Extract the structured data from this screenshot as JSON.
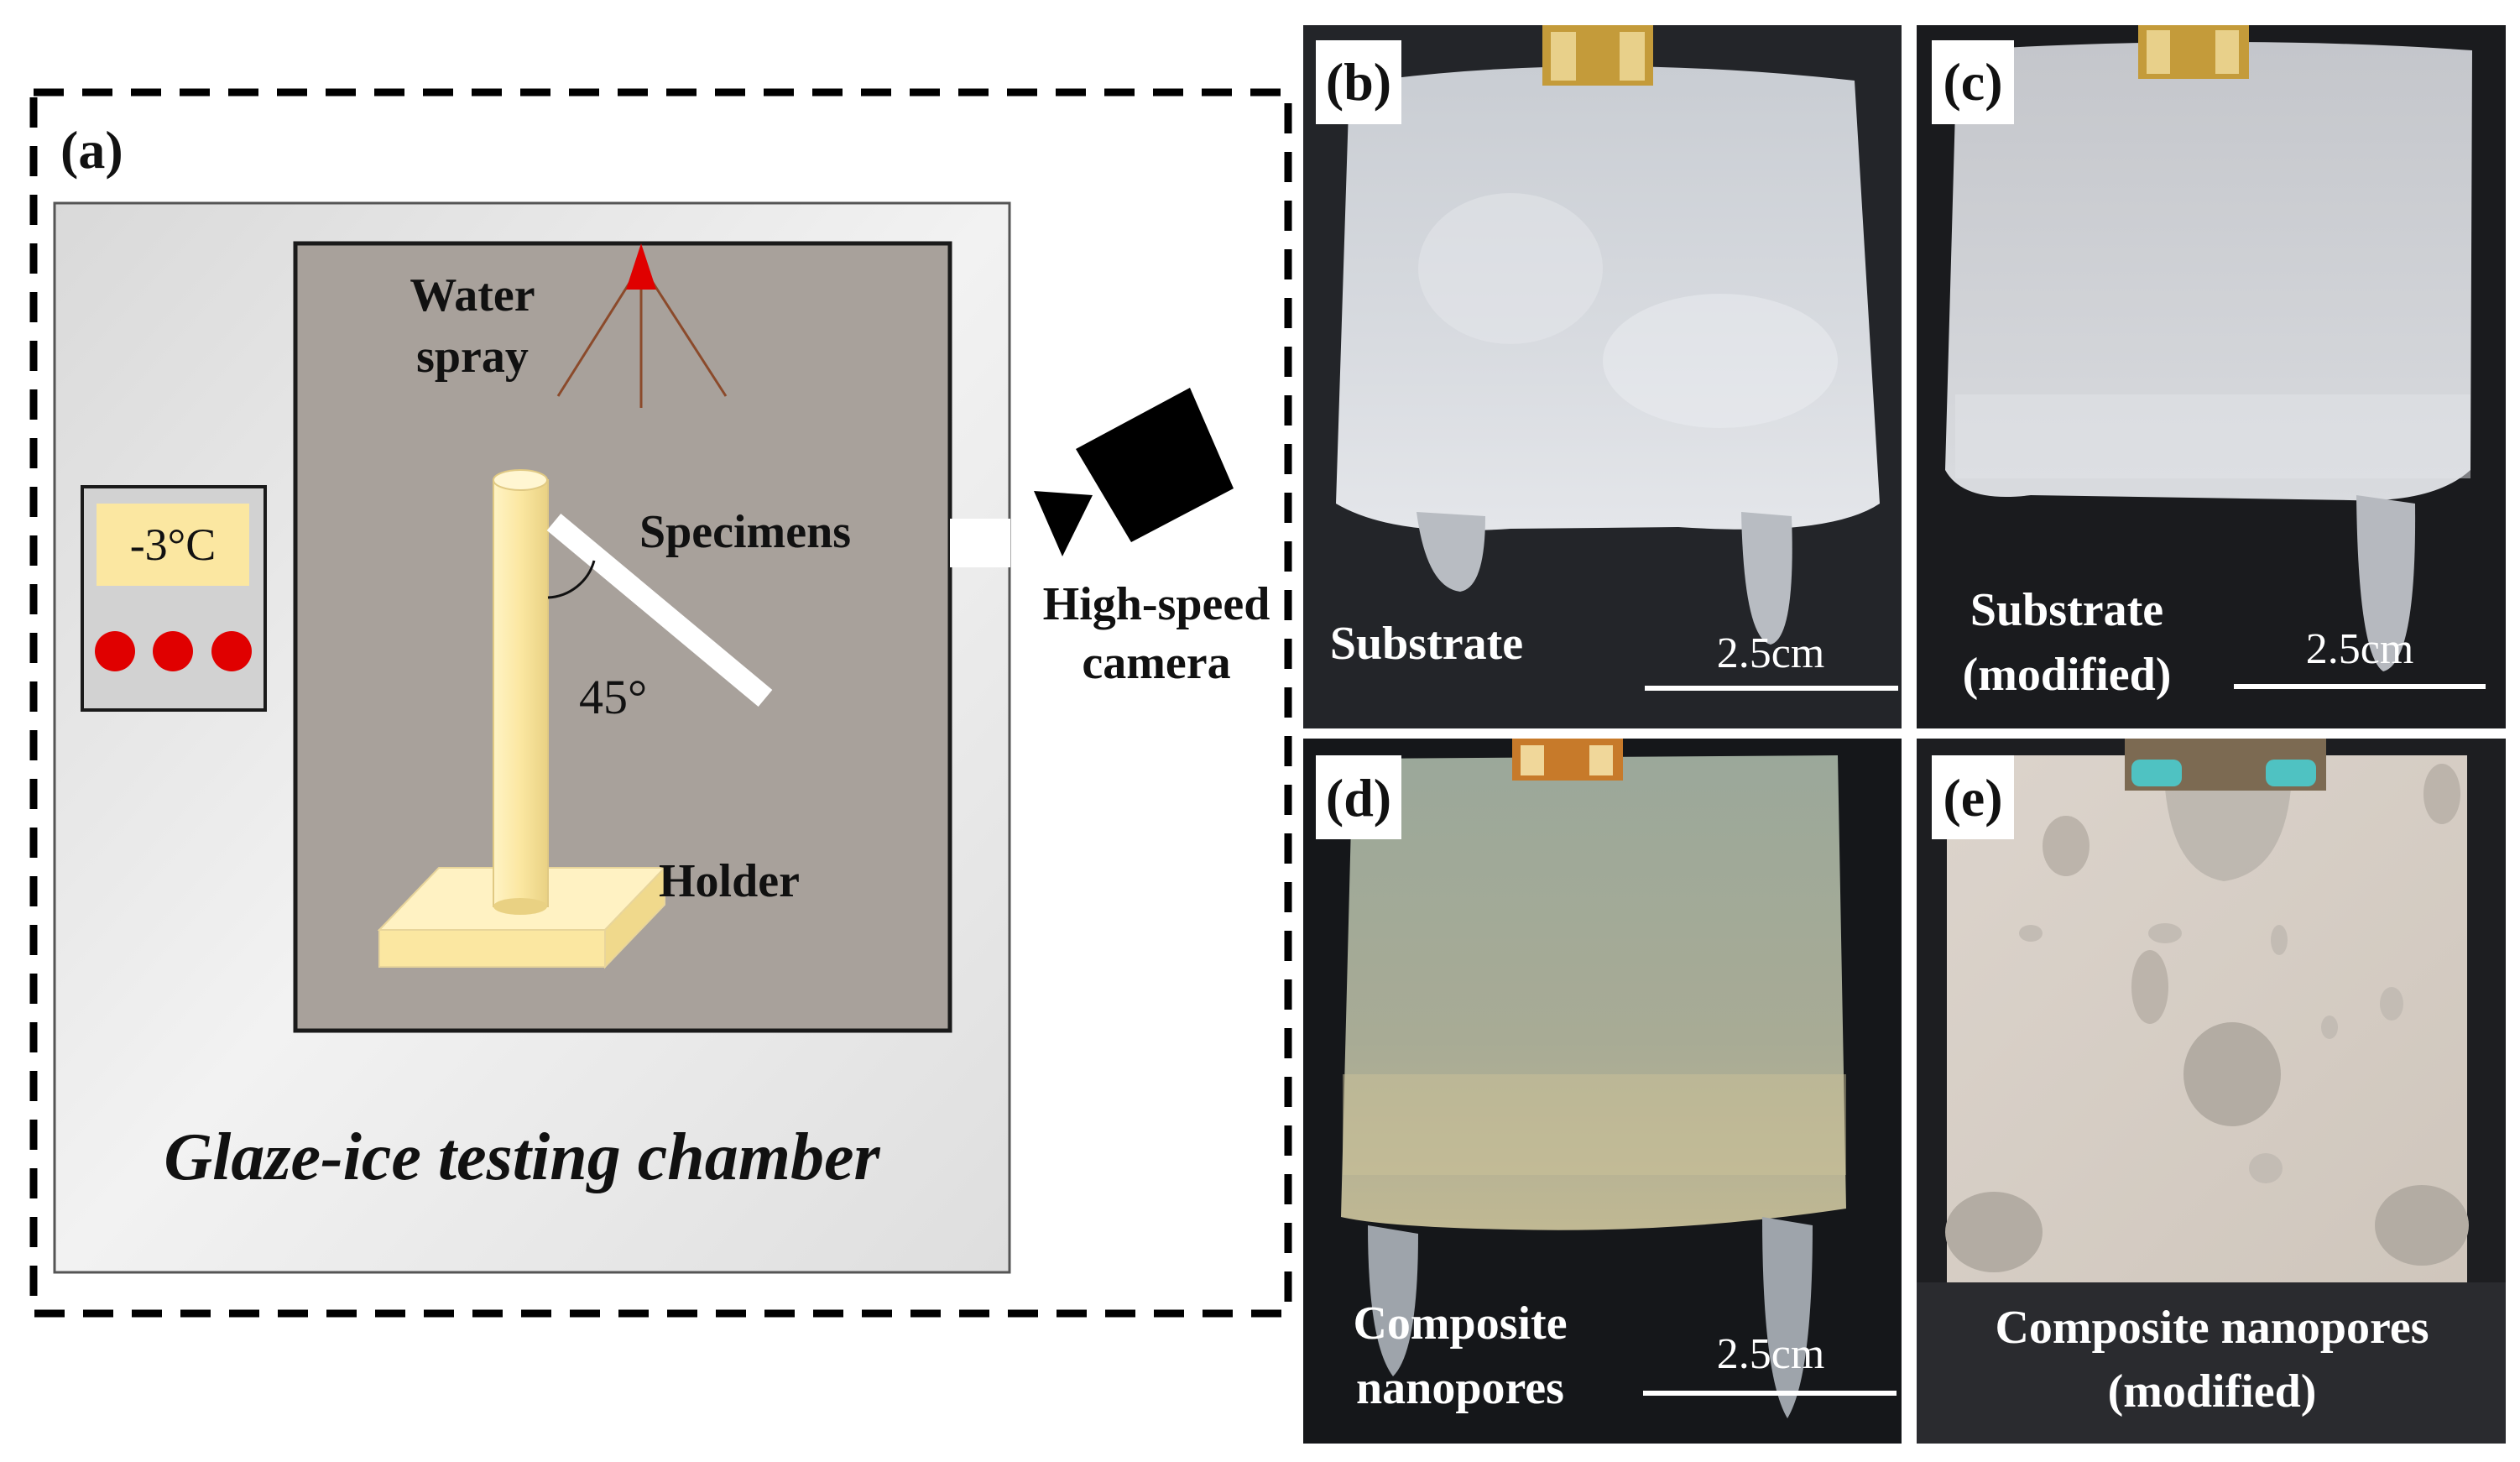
{
  "panel_a": {
    "label": "(a)",
    "temperature": "-3°C",
    "water_spray": [
      "Water",
      "spray"
    ],
    "specimens": "Specimens",
    "angle": "45°",
    "holder": "Holder",
    "chamber_title": "Glaze-ice testing chamber",
    "camera": [
      "High-speed",
      "camera"
    ],
    "indicator_color": "#e00000",
    "nozzle_color": "#e00000",
    "display_color": "#fbe7a1"
  },
  "photos": [
    {
      "label": "(b)",
      "caption": [
        "Substrate"
      ],
      "scale": "2.5cm"
    },
    {
      "label": "(c)",
      "caption": [
        "Substrate",
        "(modified)"
      ],
      "scale": "2.5cm"
    },
    {
      "label": "(d)",
      "caption": [
        "Composite",
        "nanopores"
      ],
      "scale": "2.5cm"
    },
    {
      "label": "(e)",
      "caption": [
        "Composite nanopores",
        "(modified)"
      ]
    }
  ]
}
